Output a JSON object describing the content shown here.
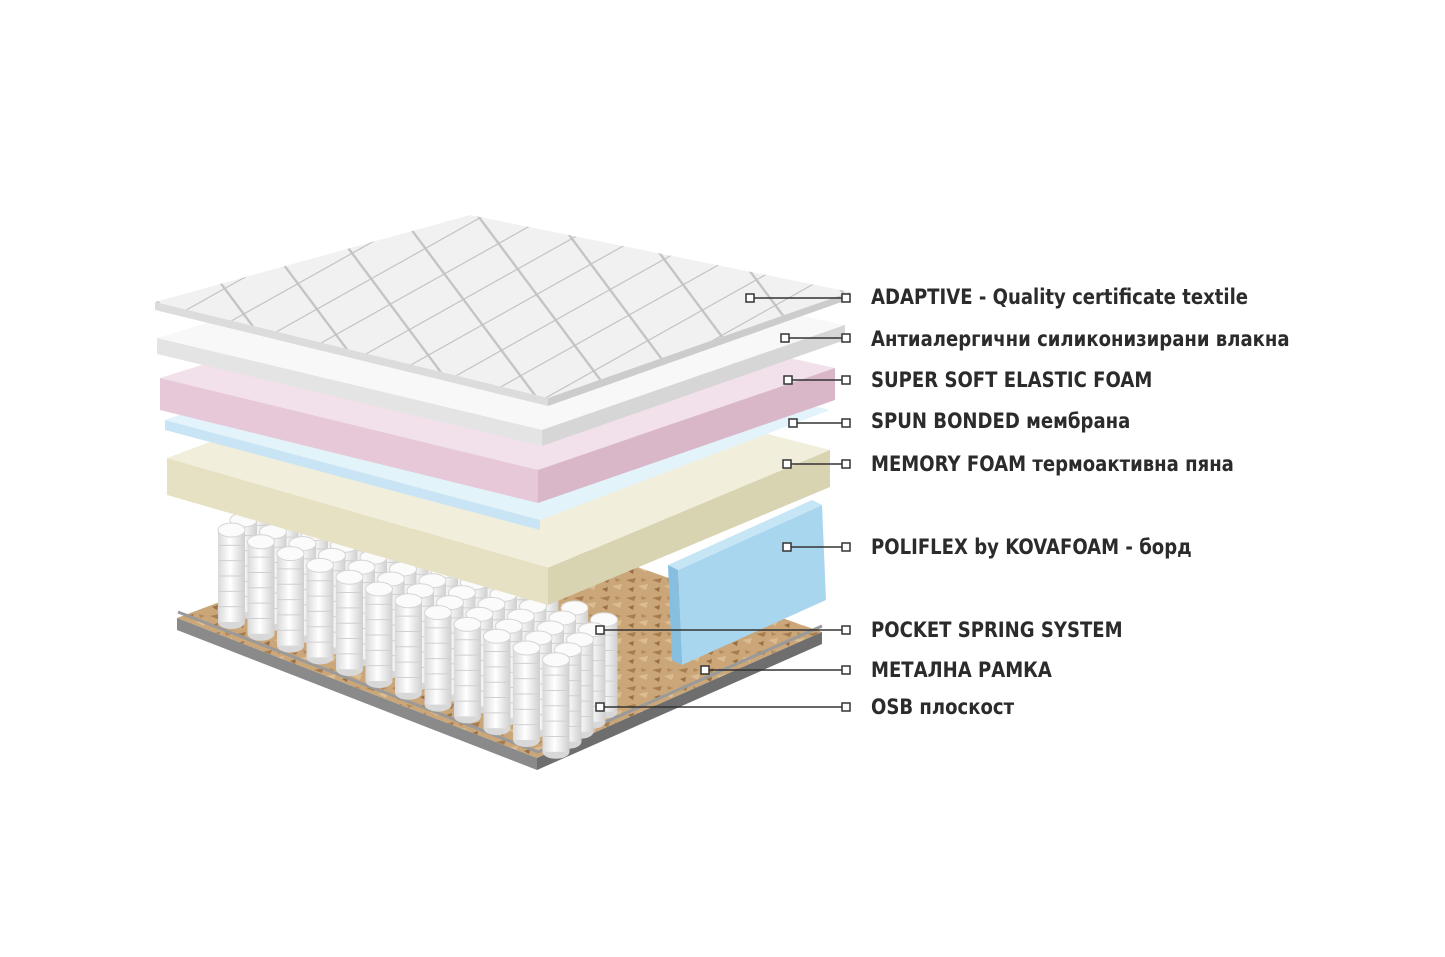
{
  "colors": {
    "leader_line": "#333333",
    "label_text": "#2b2b2b",
    "textile": "#f1f1f1",
    "fiber": "#f7f7f7",
    "elastic_foam": "#e8cfdc",
    "membrane": "#dff0fa",
    "memory_foam": "#ebe8d3",
    "border_foam": "#a9d6ef",
    "spring": "#f4f4f4",
    "osb": "#c9a57a"
  },
  "layers": [
    {
      "label": "ADAPTIVE - Quality certificate textile"
    },
    {
      "label": "Антиалергични силиконизирани влакна"
    },
    {
      "label": "SUPER SOFT ELASTIC FOAM"
    },
    {
      "label": "SPUN BONDED мембрана"
    },
    {
      "label": "MEMORY FOAM термоактивна пяна"
    },
    {
      "label": "POLIFLEX by KOVAFOAM - борд"
    },
    {
      "label": "POCKET SPRING SYSTEM"
    },
    {
      "label": "МЕТАЛНА РАМКА"
    },
    {
      "label": "OSB плоскост"
    }
  ]
}
